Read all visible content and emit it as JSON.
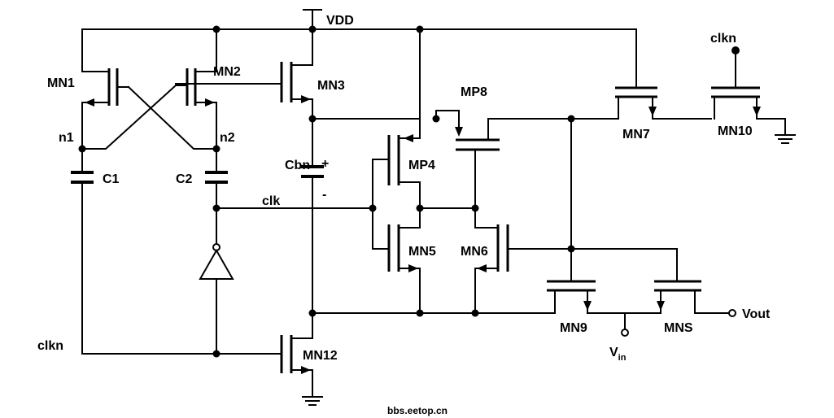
{
  "rails": {
    "vdd": "VDD"
  },
  "transistors": {
    "mn1": "MN1",
    "mn2": "MN2",
    "mn3": "MN3",
    "mp4": "MP4",
    "mn5": "MN5",
    "mn6": "MN6",
    "mn7": "MN7",
    "mp8": "MP8",
    "mn9": "MN9",
    "mn10": "MN10",
    "mns": "MNS",
    "mn12": "MN12"
  },
  "capacitors": {
    "c1": "C1",
    "c2": "C2",
    "cbn": "Cbn",
    "cbn_plus": "+",
    "cbn_minus": "-"
  },
  "nodes": {
    "n1": "n1",
    "n2": "n2",
    "clk": "clk",
    "clkn_left": "clkn",
    "clkn_top": "clkn"
  },
  "ports": {
    "vout": "Vout",
    "vin_main": "V",
    "vin_sub": "in"
  },
  "watermark": "bbs.eetop.cn"
}
